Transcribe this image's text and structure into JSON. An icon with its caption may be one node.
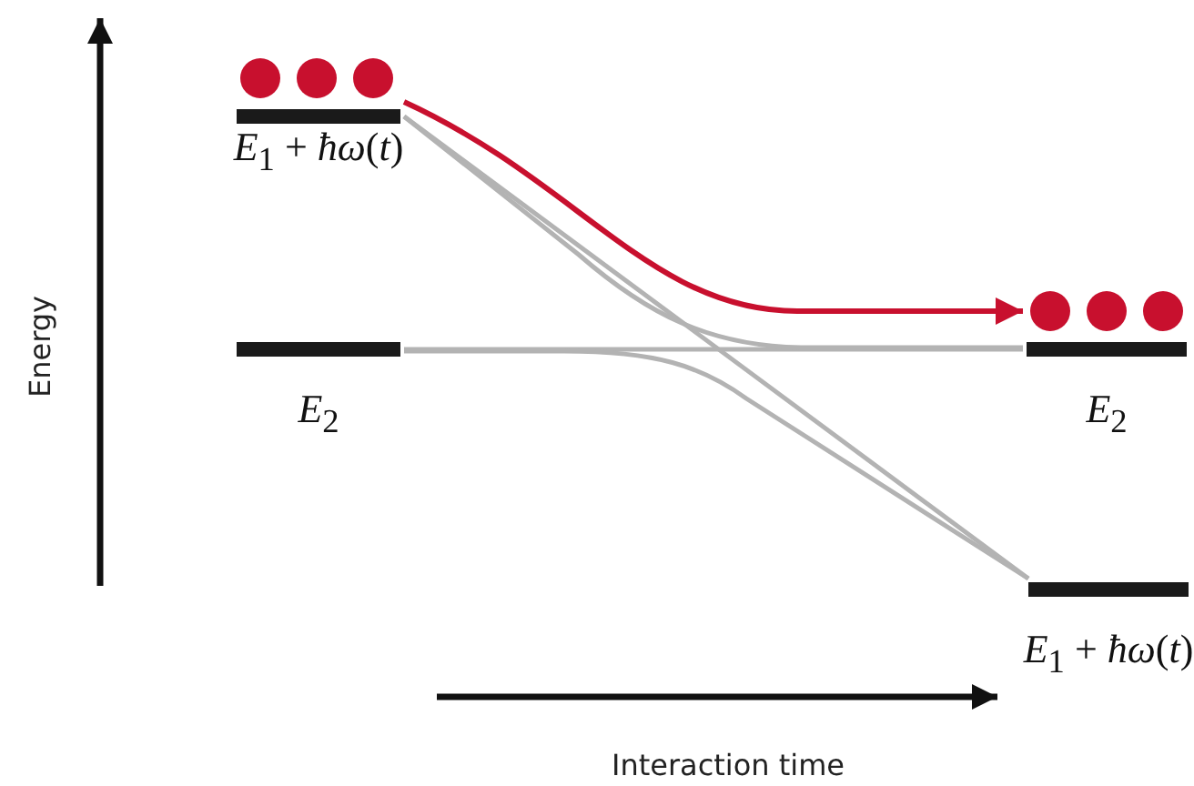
{
  "diagram": {
    "nodes": [
      {
        "text": [
          "*E*$_{1}$ + *ħω*(*t*)"
        ]
      },
      {
        "text": [
          "*E*$_{2}$"
        ]
      },
      {
        "text": [
          "*E*$_{2}$"
        ]
      },
      {
        "text": [
          "*E*$_{1}$ + *ħω*(*t*)"
        ]
      }
    ],
    "edges": [
      {
        "from": 0,
        "to": 3,
        "arrow": "none"
      },
      {
        "from": 1,
        "to": 2,
        "arrow": "none"
      },
      {
        "from": 0,
        "to": 2,
        "arrow": "none"
      },
      {
        "from": 1,
        "to": 3,
        "arrow": "none"
      },
      {
        "from": 0,
        "to": 2,
        "arrow": "to",
        "color": "#c8102e"
      }
    ],
    "labels": [
      "Energy",
      "Interaction time"
    ]
  }
}
